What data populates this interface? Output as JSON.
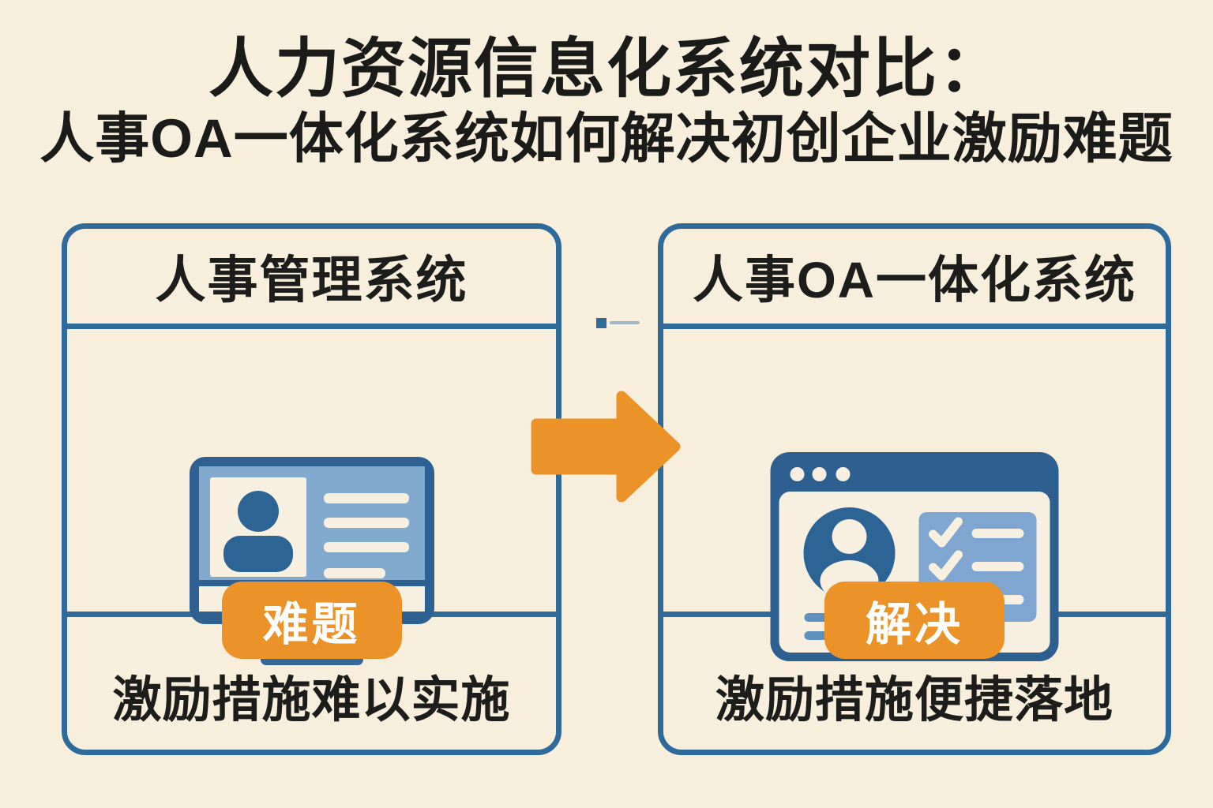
{
  "title": {
    "line1": "人力资源信息化系统对比：",
    "line2": "人事OA一体化系统如何解决初创企业激励难题"
  },
  "comparison": {
    "left": {
      "header": "人事管理系统",
      "badge": "难题",
      "caption": "激励措施难以实施",
      "icon": "desktop-profile-icon"
    },
    "right": {
      "header": "人事OA一体化系统",
      "badge": "解决",
      "caption": "激励措施便捷落地",
      "icon": "browser-checklist-icon"
    },
    "connector_icon": "arrow-right-icon"
  },
  "colors": {
    "background": "#f7eedc",
    "panel_border": "#2e6b9a",
    "accent_orange": "#eb9328",
    "text_dark": "#1d1d1b",
    "icon_blue_dark": "#2d6090",
    "icon_blue_light": "#7fa7cd",
    "badge_text": "#ffffff"
  }
}
